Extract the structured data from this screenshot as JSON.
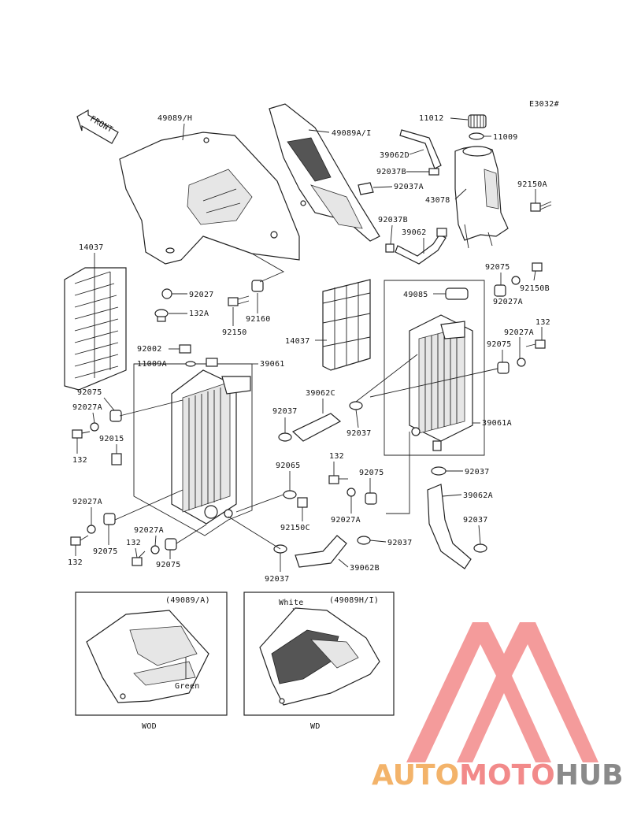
{
  "diagram": {
    "ref_code": "E3032#",
    "front_label": "FRONT",
    "callouts": {
      "c49089H": "49089/H",
      "c49089AI": "49089A/I",
      "c11012": "11012",
      "c11009": "11009",
      "c39062D": "39062D",
      "c92037B_1": "92037B",
      "c92037A_1": "92037A",
      "c43078": "43078",
      "c92150A": "92150A",
      "c92037B_2": "92037B",
      "c39062": "39062",
      "c14037_L": "14037",
      "c92027_1": "92027",
      "c132A": "132A",
      "c92150": "92150",
      "c92160": "92160",
      "c92075_1": "92075",
      "c92150B": "92150B",
      "c49085": "49085",
      "c92027A_1": "92027A",
      "c14037_M": "14037",
      "c92027A_2": "92027A",
      "c132_1": "132",
      "c92075_2": "92075",
      "c92002": "92002",
      "c11009A": "11009A",
      "c39061": "39061",
      "c92075_3": "92075",
      "c92027A_3": "92027A",
      "c39062C": "39062C",
      "c92037_1": "92037",
      "c92037_2": "92037",
      "c39061A": "39061A",
      "c92015": "92015",
      "c132_2": "132",
      "c92037_3": "92037",
      "c92065": "92065",
      "c132_3": "132",
      "c92075_4": "92075",
      "c39062A": "39062A",
      "c92027A_4": "92027A",
      "c92150C": "92150C",
      "c92027A_5": "92027A",
      "c92037_4": "92037",
      "c92075_5": "92075",
      "c132_4": "132",
      "c92027A_6": "92027A",
      "c132_5": "132",
      "c92075_6": "92075",
      "c92037_5": "92037",
      "c39062B": "39062B",
      "c92037_6": "92037"
    },
    "inset_left": {
      "header": "(49089/A)",
      "color_label": "Green",
      "caption": "WOD"
    },
    "inset_right": {
      "header": "(49089H/I)",
      "color_label": "White",
      "caption": "WD"
    }
  },
  "watermark": {
    "part1": "AUTO",
    "part2": "MOTO",
    "part3": "HUB",
    "color1": "#f3b36a",
    "color2": "#f28a8a",
    "color3": "#8a8a8a",
    "logo_color": "#f28a8a"
  }
}
